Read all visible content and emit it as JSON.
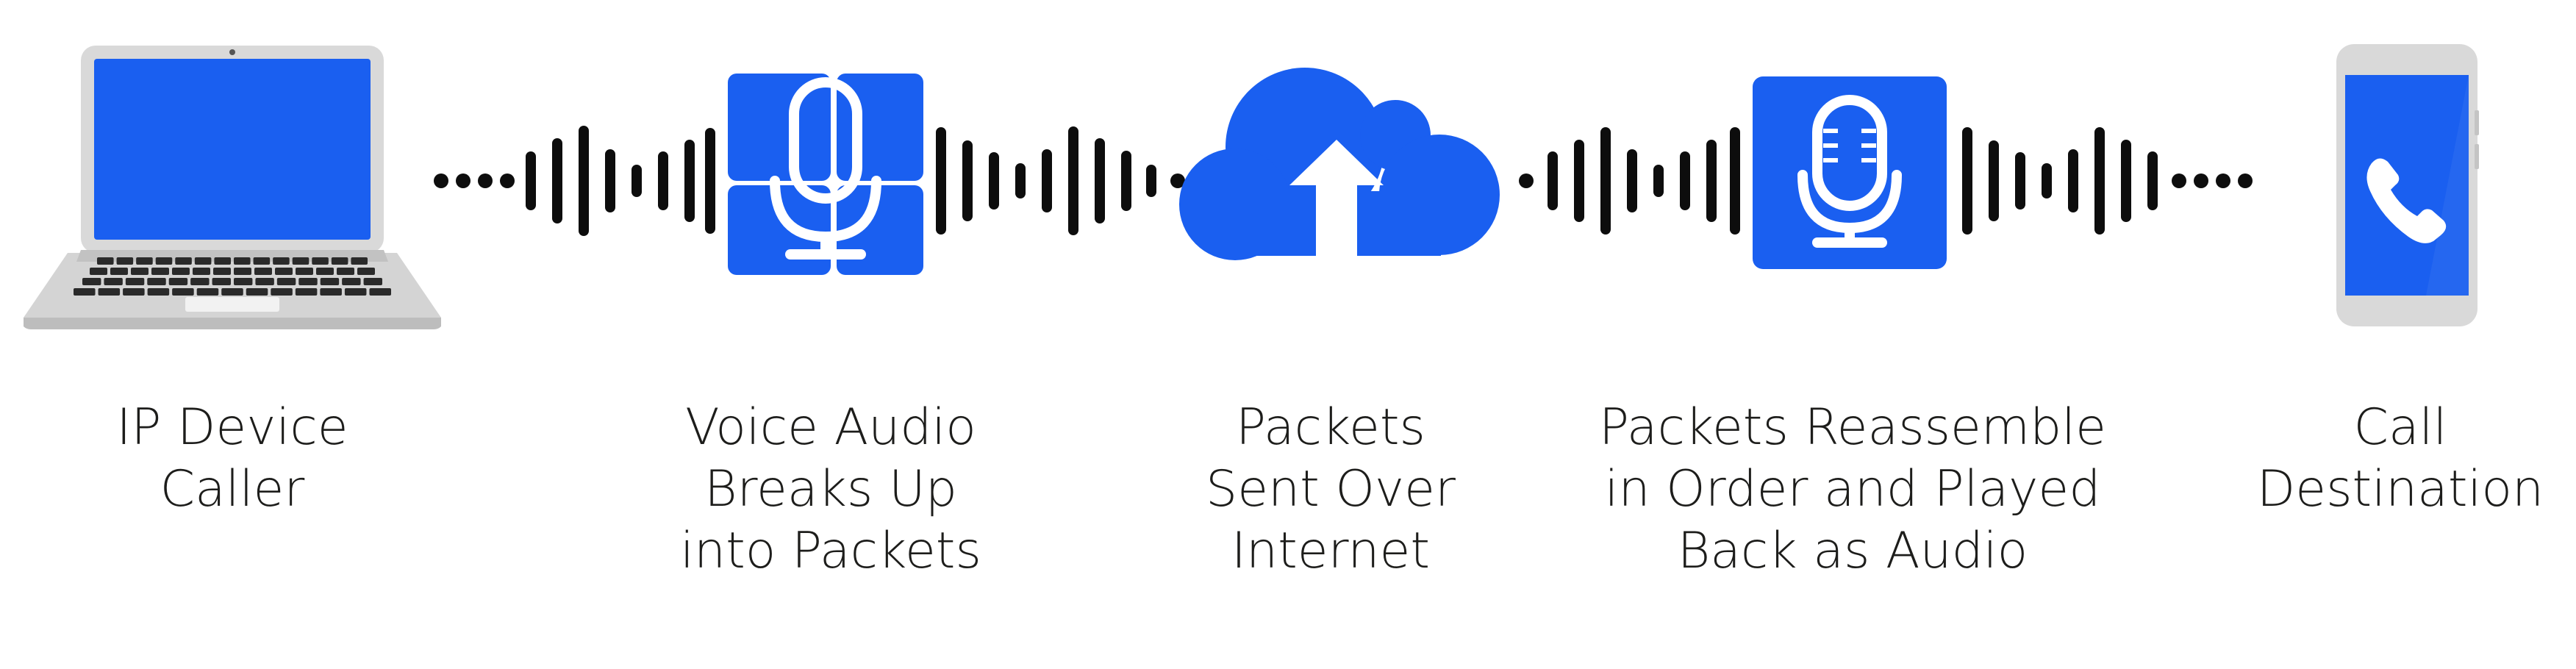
{
  "colors": {
    "accent": "#1a5ff0",
    "ink": "#0d0d0d",
    "device_frame": "#d9d9d9",
    "keyboard": "#2a2a2a",
    "background": "#ffffff"
  },
  "icons": [
    "laptop-icon",
    "fragmented-microphone-icon",
    "cloud-upload-icon",
    "microphone-icon",
    "smartphone-call-icon"
  ],
  "steps": [
    {
      "icon": "laptop-icon",
      "label_lines": [
        "IP Device",
        "Caller"
      ]
    },
    {
      "icon": "fragmented-microphone-icon",
      "label_lines": [
        "Voice Audio",
        "Breaks Up",
        "into Packets"
      ]
    },
    {
      "icon": "cloud-upload-icon",
      "label_lines": [
        "Packets",
        "Sent Over",
        "Internet"
      ]
    },
    {
      "icon": "microphone-icon",
      "label_lines": [
        "Packets Reassemble",
        "in Order and Played",
        "Back as Audio"
      ]
    },
    {
      "icon": "smartphone-call-icon",
      "label_lines": [
        "Call",
        "Destination"
      ]
    }
  ]
}
